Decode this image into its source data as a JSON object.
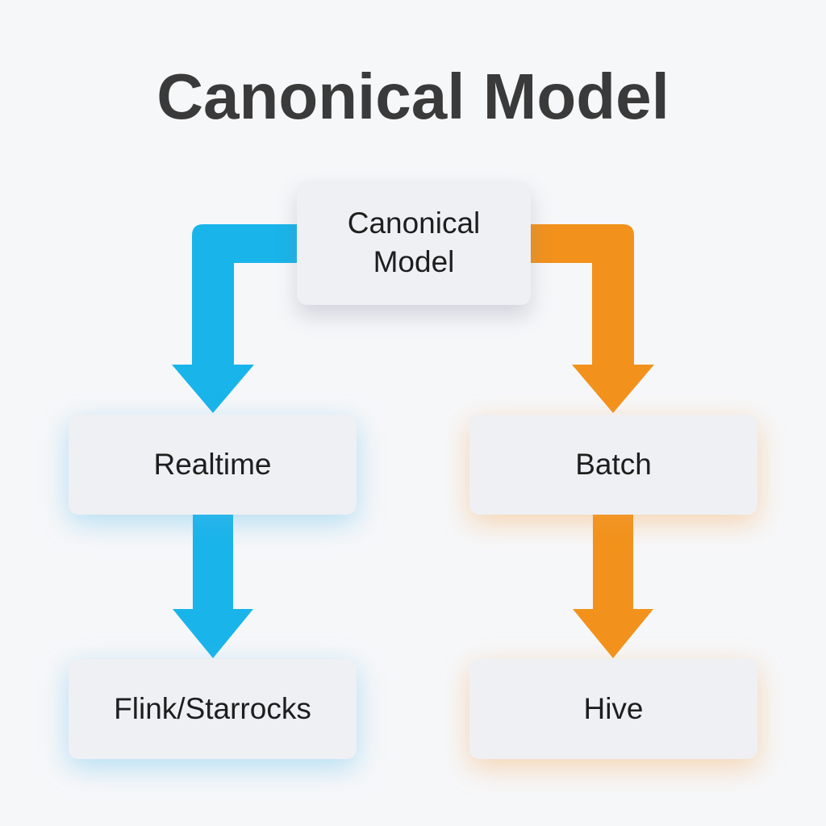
{
  "title": "Canonical Model",
  "nodes": {
    "top": {
      "line1": "Canonical",
      "line2": "Model"
    },
    "realtime": "Realtime",
    "batch": "Batch",
    "flink": "Flink/Starrocks",
    "hive": "Hive"
  },
  "colors": {
    "realtime_arrow": "#19b4ea",
    "batch_arrow": "#f2921c",
    "title_text": "#3a3a3a",
    "node_fill": "#eef0f3",
    "background": "#f6f7f9"
  }
}
